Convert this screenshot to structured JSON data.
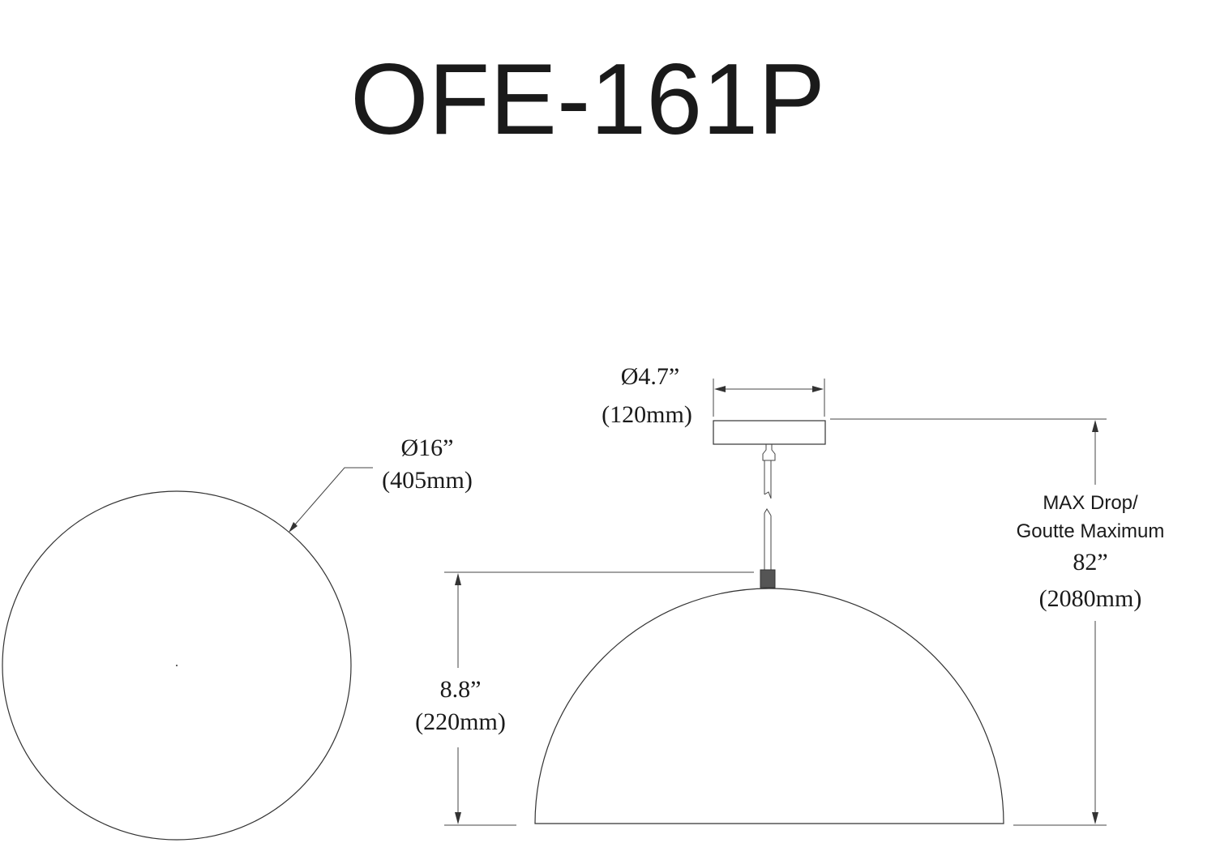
{
  "title": "OFE-161P",
  "top_view": {
    "diameter_imperial": "Ø16”",
    "diameter_metric": "(405mm)"
  },
  "canopy": {
    "diameter_imperial": "Ø4.7”",
    "diameter_metric": "(120mm)"
  },
  "shade_height": {
    "imperial": "8.8”",
    "metric": "(220mm)"
  },
  "max_drop": {
    "label_line1": "MAX Drop/",
    "label_line2": "Goutte Maximum",
    "imperial": "82”",
    "metric": "(2080mm)"
  }
}
